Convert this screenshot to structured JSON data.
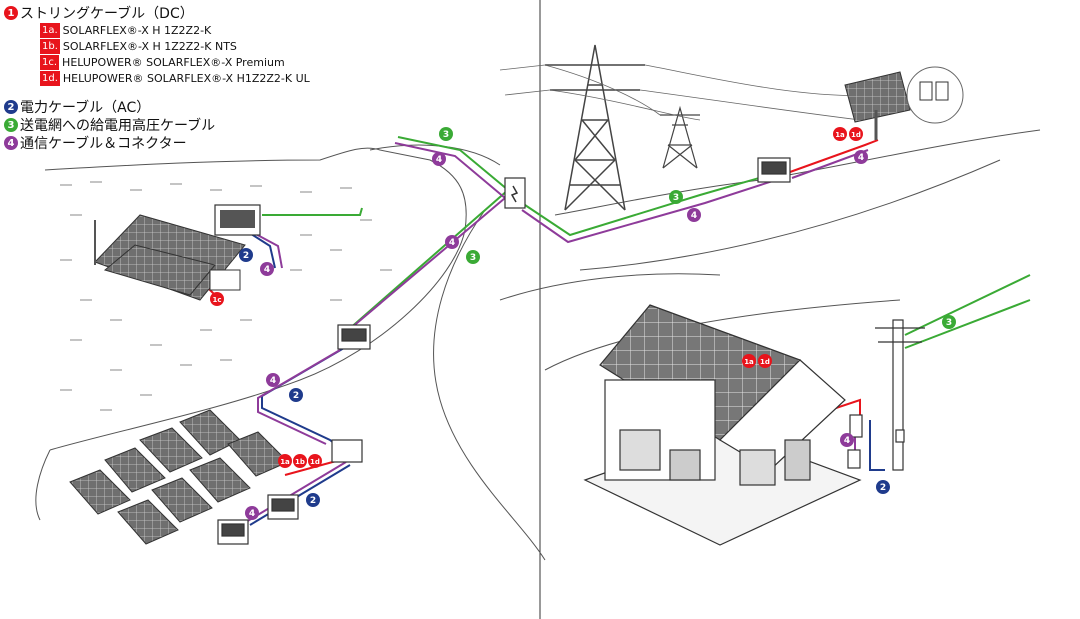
{
  "legend": {
    "dc_string_cable": {
      "number": "1",
      "label": "ストリングケーブル（DC）",
      "color": "#e8141c"
    },
    "dc_products": [
      {
        "code": "1a.",
        "name": "SOLARFLEX®-X H 1Z2Z2-K"
      },
      {
        "code": "1b.",
        "name": "SOLARFLEX®-X H 1Z2Z2-K NTS"
      },
      {
        "code": "1c.",
        "name": "HELUPOWER® SOLARFLEX®-X Premium"
      },
      {
        "code": "1d.",
        "name": "HELUPOWER® SOLARFLEX®-X H1Z2Z2-K UL"
      }
    ],
    "ac_power_cable": {
      "number": "2",
      "label": "電力ケーブル（AC）",
      "color": "#1f3b8c"
    },
    "grid_hv_cable": {
      "number": "3",
      "label": "送電網への給電用高圧ケーブル",
      "color": "#3aaa35"
    },
    "comm_cable": {
      "number": "4",
      "label": "通信ケーブル＆コネクター",
      "color": "#8e3b9a"
    }
  },
  "markers": {
    "m1a": "1a",
    "m1b": "1b",
    "m1c": "1c",
    "m1d": "1d",
    "m2": "2",
    "m3": "3",
    "m4": "4"
  },
  "colors": {
    "red": "#e8141c",
    "blue": "#1f3b8c",
    "green": "#3aaa35",
    "purple": "#8e3b9a",
    "outline": "#555555",
    "divider": "#333333"
  }
}
